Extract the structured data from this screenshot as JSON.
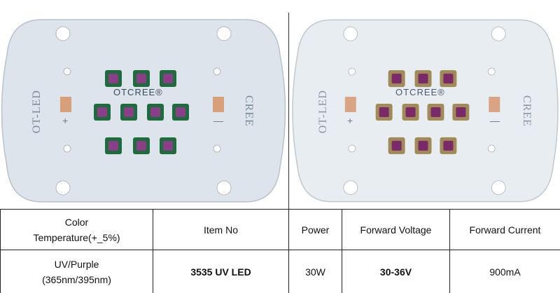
{
  "boards": {
    "left": {
      "brand": "OTCREE®",
      "left_text": "OT-LED",
      "right_text": "CREE",
      "plus": "+",
      "minus": "—",
      "colors": {
        "board": "#dde4ec",
        "pad": "#d7a07a",
        "led_base": "#1e6b3e",
        "led_lens": "#8a3e86"
      }
    },
    "right": {
      "brand": "OTCREE®",
      "left_text": "OT-LED",
      "right_text": "CREE",
      "plus": "+",
      "minus": "—",
      "colors": {
        "board": "#e8edf1",
        "pad": "#d9a484",
        "led_base": "#a08a58",
        "led_lens": "#7a2a68"
      }
    }
  },
  "table": {
    "headers": [
      [
        "Color",
        "Temperature(+_5%)"
      ],
      [
        "Item No"
      ],
      [
        "Power"
      ],
      [
        "Forward Voltage"
      ],
      [
        "Forward Current"
      ]
    ],
    "row": [
      [
        "UV/Purple",
        "(365nm/395nm)"
      ],
      [
        "3535 UV LED"
      ],
      [
        "30W"
      ],
      [
        "30-36V"
      ],
      [
        "900mA"
      ]
    ]
  }
}
